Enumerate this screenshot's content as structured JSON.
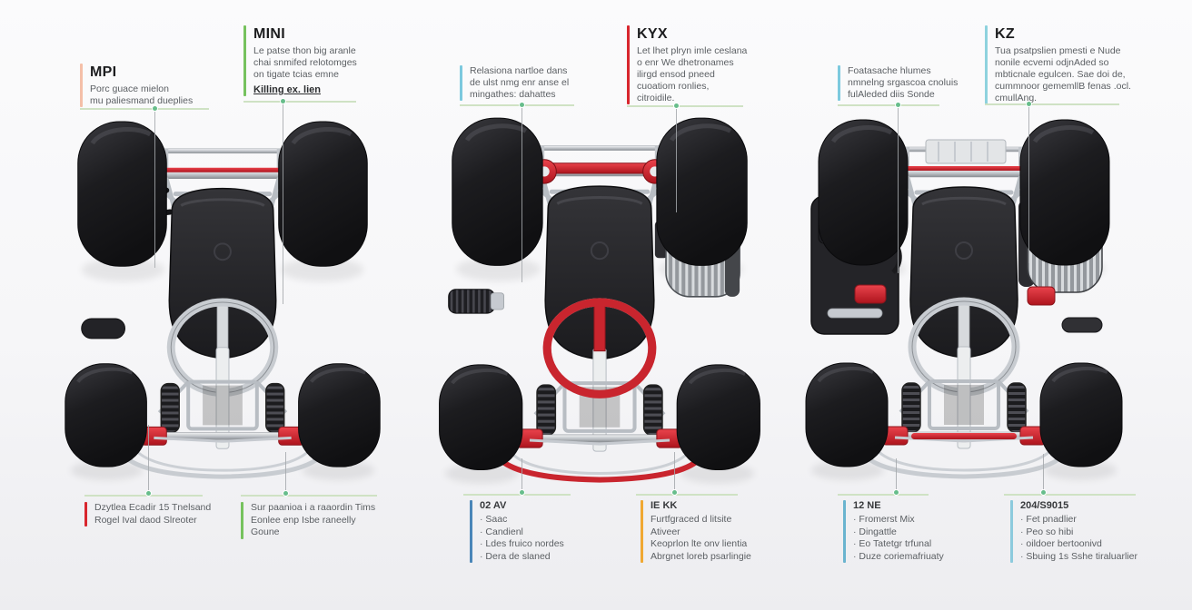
{
  "colors": {
    "rule_green": "#cfe2c4",
    "leader_gray": "#a4a8ac",
    "dot_green": "#67bd8b",
    "kart_red_accent": "#c9252e",
    "background": "#f6f6f8"
  },
  "top_labels": [
    {
      "id": "mpi",
      "accent": "#f4bfa8",
      "title": "MPI",
      "lines": [
        "Porc guace mielon",
        "mu paliesmand dueplies"
      ]
    },
    {
      "id": "mini",
      "accent": "#76c25e",
      "title": "MINI",
      "lines": [
        "Le patse thon big aranle",
        "chai snmifed relotomges",
        "on tigate tcias emne"
      ],
      "link": "Killing ex. lien"
    },
    {
      "id": "note-middle",
      "accent": "#7cc9de",
      "title": "",
      "lines": [
        "Relasiona nartloe dans",
        "de ulst nmg enr anse el",
        "mingathes: dahattes"
      ]
    },
    {
      "id": "kyx",
      "accent": "#d8262e",
      "title": "KYX",
      "lines": [
        "Let lhet plryn imle ceslana",
        "o enr We dhetronames",
        "ilirgd ensod pneed",
        "cuoatiom ronlies,",
        "citroidile."
      ]
    },
    {
      "id": "note-right",
      "accent": "#7cc9de",
      "title": "",
      "lines": [
        "Foatasache hlumes",
        "nmnelng srgascoa cnoluis",
        "fulAleded diis Sonde"
      ]
    },
    {
      "id": "kz",
      "accent": "#8ed2de",
      "title": "KZ",
      "lines": [
        "Tua psatpslien pmesti e Nude",
        "nonile ecvemi odjnAded so",
        "mbticnale egulcen. Sae doi de,",
        "cummnoor gememllB fenas .ocl.",
        "cmullAng."
      ]
    }
  ],
  "bottom_labels": [
    {
      "id": "b1",
      "accent": "#d8262e",
      "title": "",
      "lines": [
        "Dzytlea Ecadir 15 Tnelsand",
        "Rogel Ival daod Slreoter"
      ]
    },
    {
      "id": "b2",
      "accent": "#76c25e",
      "title": "",
      "lines": [
        "Sur paanioa i a raaordin Tims",
        "Eonlee enp Isbe raneelly",
        "Goune"
      ]
    },
    {
      "id": "b3",
      "accent": "#4a86b8",
      "title": "02 AV",
      "bullets": [
        "Saac",
        "Candienl",
        "Ldes fruico nordes",
        "Dera de slaned"
      ]
    },
    {
      "id": "b4",
      "accent": "#f0a832",
      "title": "IE KK",
      "lines": [
        "Furtfgraced d litsite",
        "Ativeer",
        "Keoprlon lte onv lientia",
        "Abrgnet loreb psarlingie"
      ]
    },
    {
      "id": "b5",
      "accent": "#6ab4cf",
      "title": "12 NE",
      "bullets": [
        "Fromerst Mix",
        "Dingattle",
        "Eo Tatetgr trfunal",
        "Duze coriemafriuaty"
      ]
    },
    {
      "id": "b6",
      "accent": "#8ccadd",
      "title": "204/S9015",
      "bullets": [
        "Fet pnadlier",
        "Peo so hibi",
        "oildoer bertoonivd",
        "Sbuing 1s Sshe tiraluarlier"
      ]
    }
  ]
}
